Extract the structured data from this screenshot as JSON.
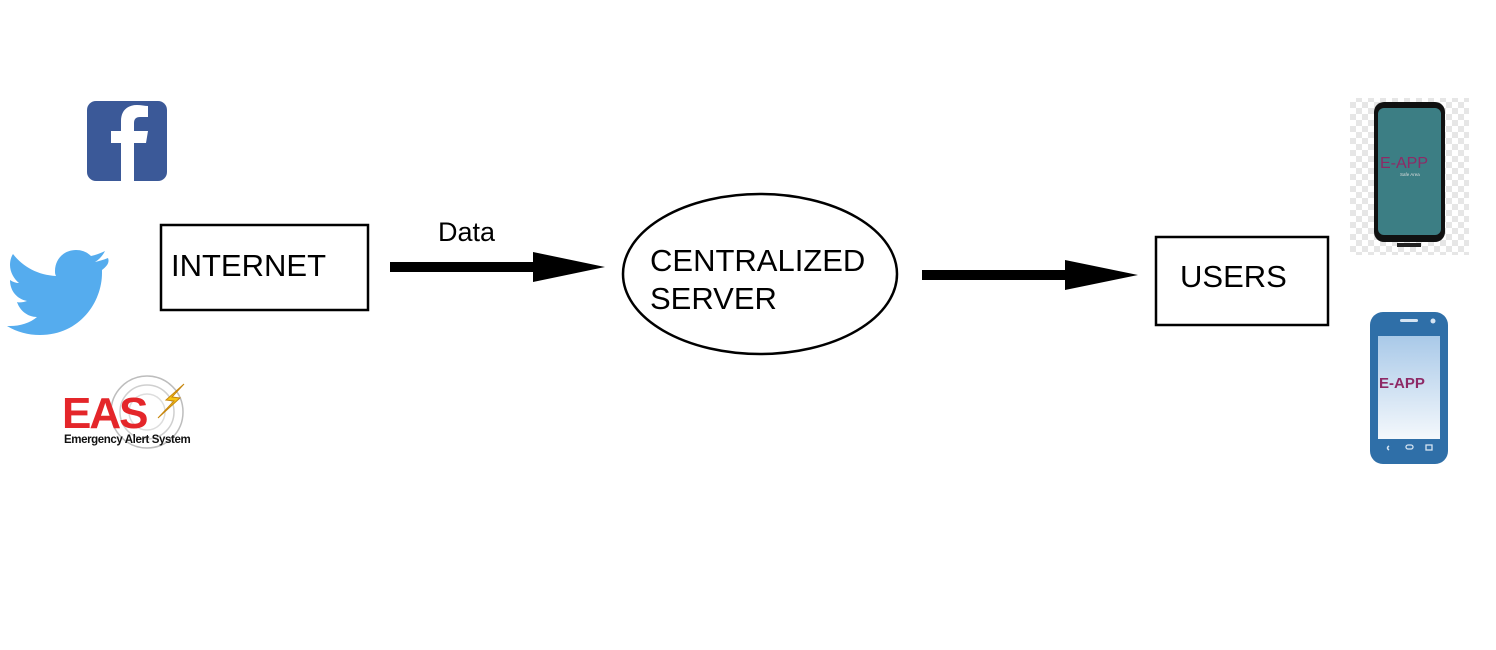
{
  "sources": {
    "facebook": {
      "glyph": "f",
      "color": "#3b5998"
    },
    "twitter": {
      "color": "#55acee"
    },
    "eas": {
      "acronym": "EAS",
      "subtitle": "Emergency Alert System",
      "color": "#e4262a"
    }
  },
  "nodes": {
    "internet": "INTERNET",
    "server_line1": "CENTRALIZED",
    "server_line2": "SERVER",
    "users": "USERS"
  },
  "edges": {
    "internet_to_server": "Data"
  },
  "devices": {
    "phone_one": {
      "app_name": "E-APP",
      "app_caption": "Safe Area",
      "screen_color": "#3c7e84"
    },
    "phone_two": {
      "app_name": "E-APP",
      "body_color": "#2f6fa8"
    },
    "app_text_color": "#8e2a66"
  }
}
